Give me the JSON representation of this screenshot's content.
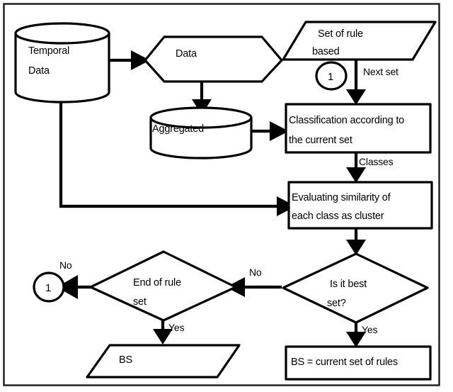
{
  "diagram": {
    "title": "Rule-based temporal data classification and clustering flowchart",
    "background_color": "#ffffff",
    "line_color": "#000000",
    "frame_color": "#1a1a1a",
    "nodes": {
      "temporal_data": {
        "label_line1": "Temporal",
        "label_line2": "Data",
        "shape": "cylinder"
      },
      "data_hex": {
        "label": "Data",
        "shape": "hexagon"
      },
      "set_of_rule_based": {
        "label_line1": "Set of rule",
        "label_line2": "based",
        "shape": "parallelogram"
      },
      "connector_top": {
        "label": "1",
        "shape": "circle"
      },
      "aggregated": {
        "label": "Aggregated",
        "shape": "cylinder"
      },
      "classification": {
        "label_line1": "Classification according to",
        "label_line2": "the current set",
        "shape": "rectangle"
      },
      "evaluating": {
        "label_line1": "Evaluating similarity of",
        "label_line2": "each class as cluster",
        "shape": "rectangle"
      },
      "is_it_best_set": {
        "label_line1": "Is it best",
        "label_line2": "set?",
        "shape": "diamond"
      },
      "end_of_rule_set": {
        "label_line1": "End of rule",
        "label_line2": "set",
        "shape": "diamond"
      },
      "connector_bottom": {
        "label": "1",
        "shape": "circle"
      },
      "bs_output": {
        "label": "BS",
        "shape": "parallelogram"
      },
      "bs_assign": {
        "label": "BS = current set of rules",
        "shape": "rectangle"
      }
    },
    "edge_labels": {
      "next_set": "Next set",
      "classes": "Classes",
      "best_set_no": "No",
      "best_set_yes": "Yes",
      "end_rule_no": "No",
      "end_rule_yes": "Yes"
    }
  }
}
